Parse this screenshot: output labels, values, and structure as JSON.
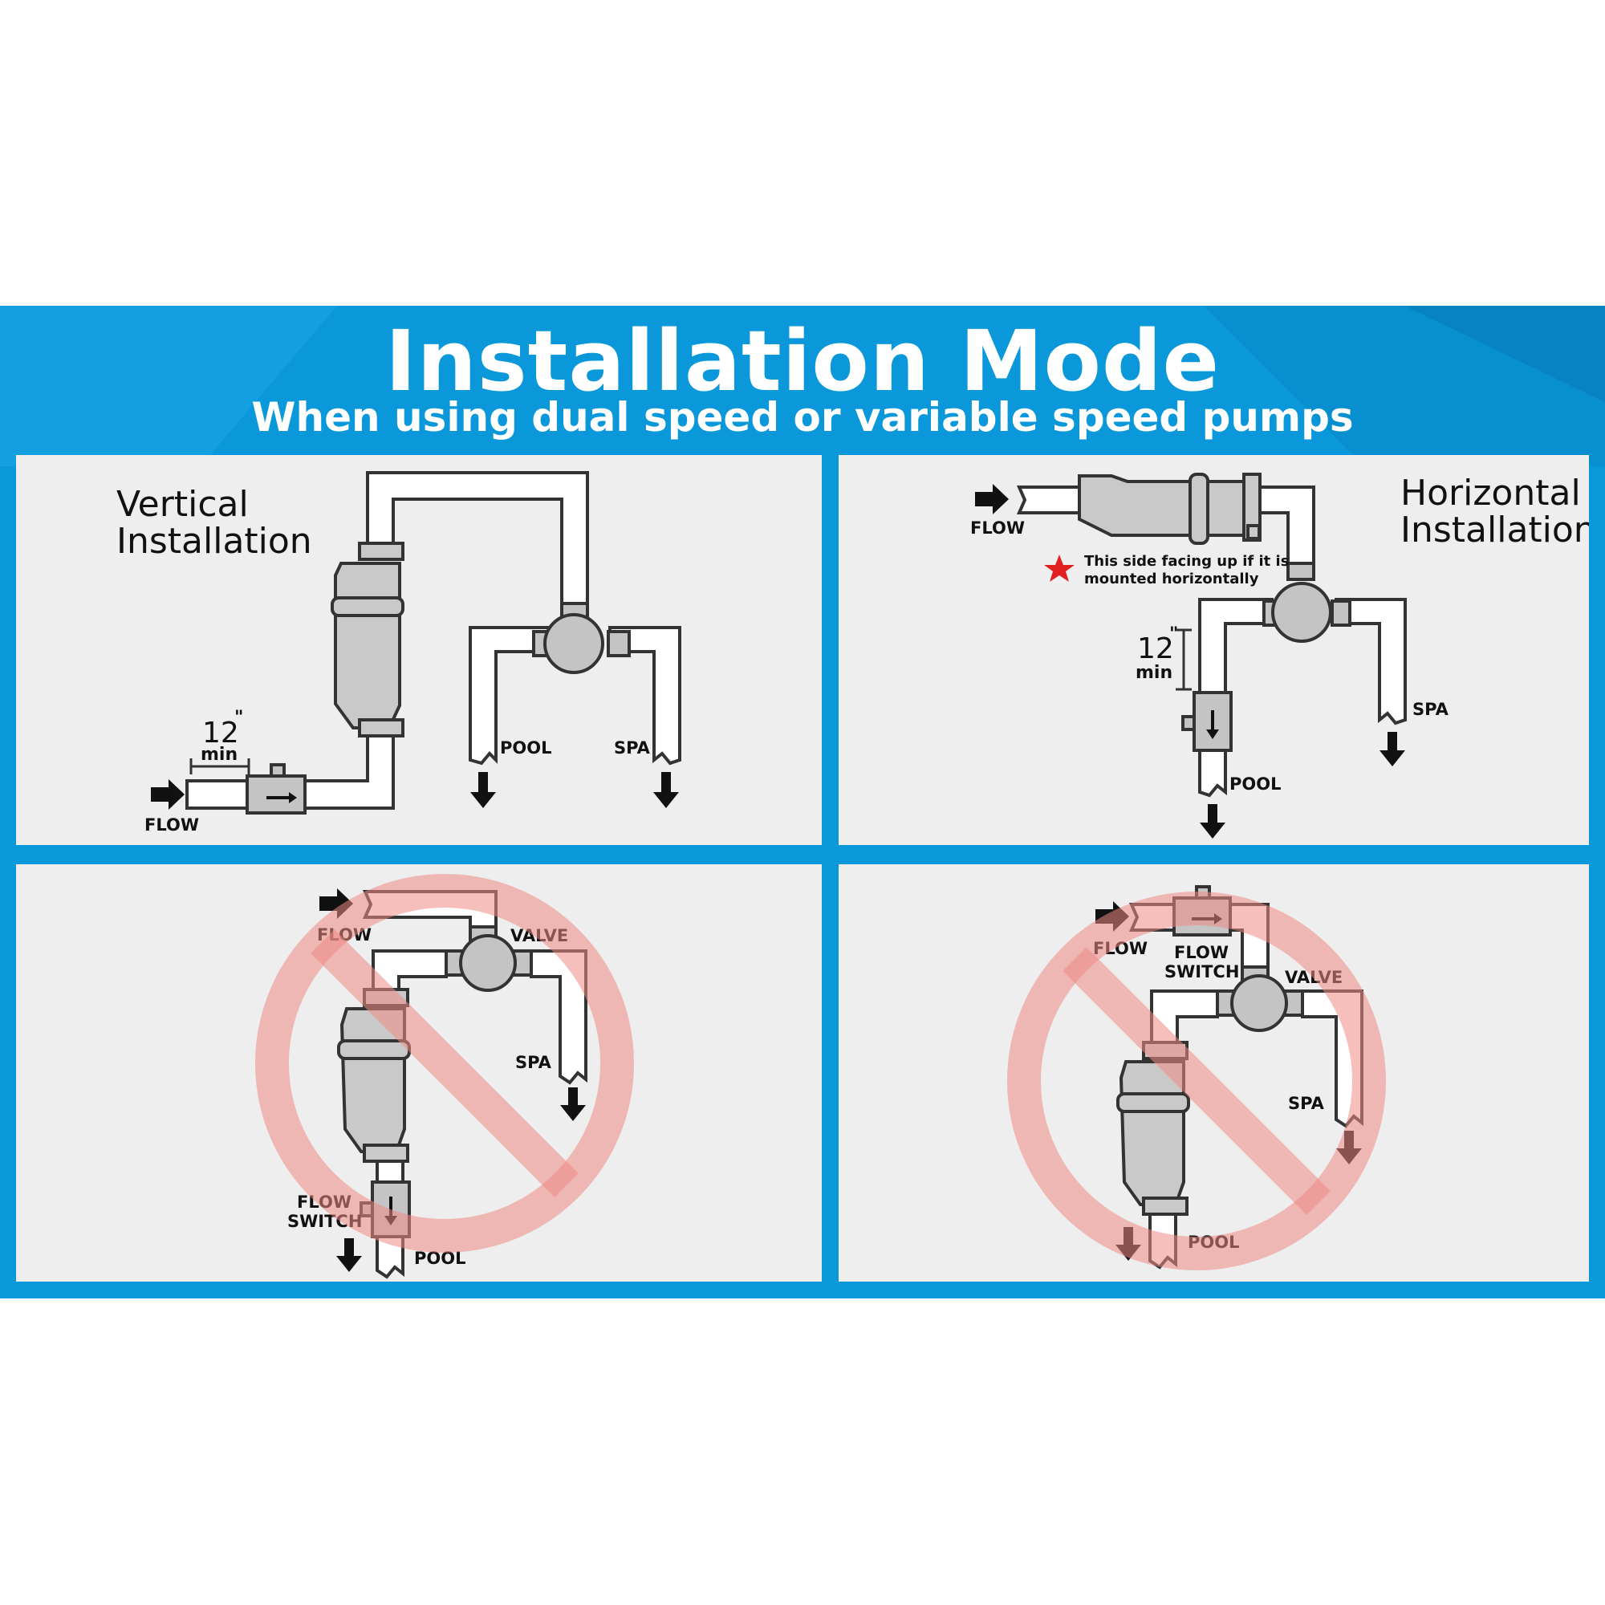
{
  "header": {
    "title": "Installation Mode",
    "subtitle": "When using dual speed or variable speed pumps"
  },
  "panels": {
    "vertical": {
      "heading_line1": "Vertical",
      "heading_line2": "Installation",
      "distance_value": "12",
      "distance_unit_mark": "\"",
      "distance_min": "min",
      "flow_label": "FLOW",
      "pool_label": "POOL",
      "spa_label": "SPA"
    },
    "horizontal": {
      "heading_line1": "Horizontal",
      "heading_line2": "Installation",
      "flow_label": "FLOW",
      "note_line1": "This side facing up if it is",
      "note_line2": "mounted horizontally",
      "distance_value": "12",
      "distance_unit_mark": "\"",
      "distance_min": "min",
      "pool_label": "POOL",
      "spa_label": "SPA"
    },
    "wrong_1": {
      "flow_label": "FLOW",
      "valve_label": "VALVE",
      "spa_label": "SPA",
      "flow_switch_line1": "FLOW",
      "flow_switch_line2": "SWITCH",
      "pool_label": "POOL"
    },
    "wrong_2": {
      "flow_label": "FLOW",
      "flow_switch_line1": "FLOW",
      "flow_switch_line2": "SWITCH",
      "valve_label": "VALVE",
      "spa_label": "SPA",
      "pool_label": "POOL"
    }
  },
  "colors": {
    "banner_blue": "#0a98da",
    "panel_gray": "#eeeeee",
    "prohibited_sign": "#ee8a85",
    "star_red": "#e02020"
  },
  "icons": {
    "note_marker": "star-icon",
    "prohibited": "no-sign-icon",
    "flow_direction": "arrow-icon"
  }
}
